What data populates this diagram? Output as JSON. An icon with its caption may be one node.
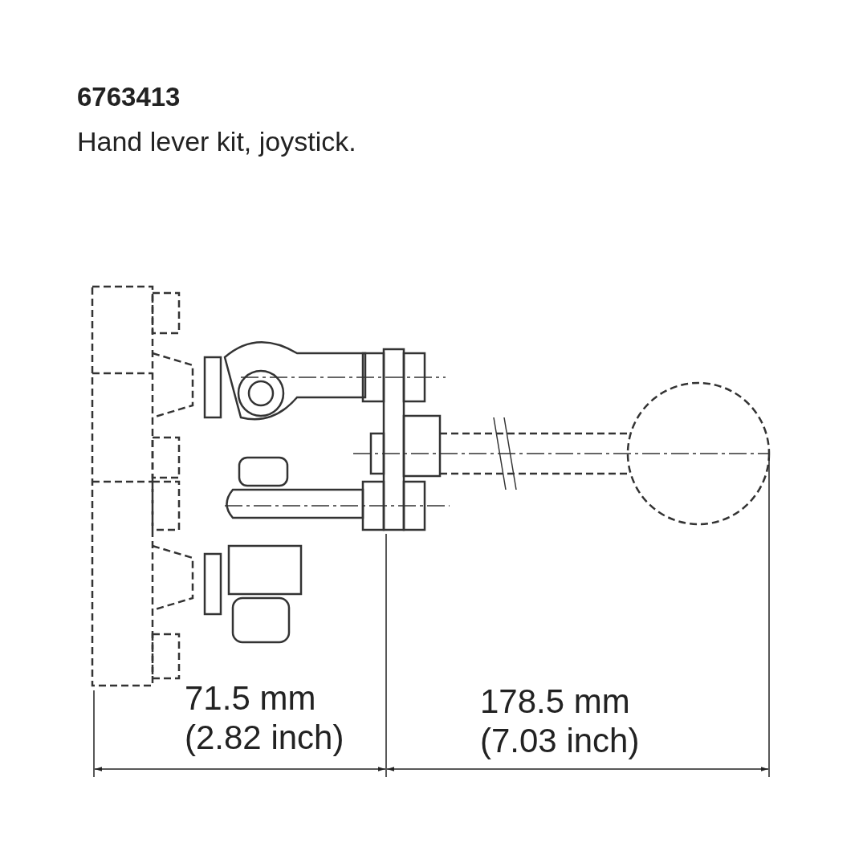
{
  "diagram": {
    "title": "6763413",
    "labels": [
      "Hand lever kit, joystick.",
      "71.5 mm",
      "(2.82 inch)",
      "178.5 mm",
      "(7.03 inch)"
    ]
  }
}
